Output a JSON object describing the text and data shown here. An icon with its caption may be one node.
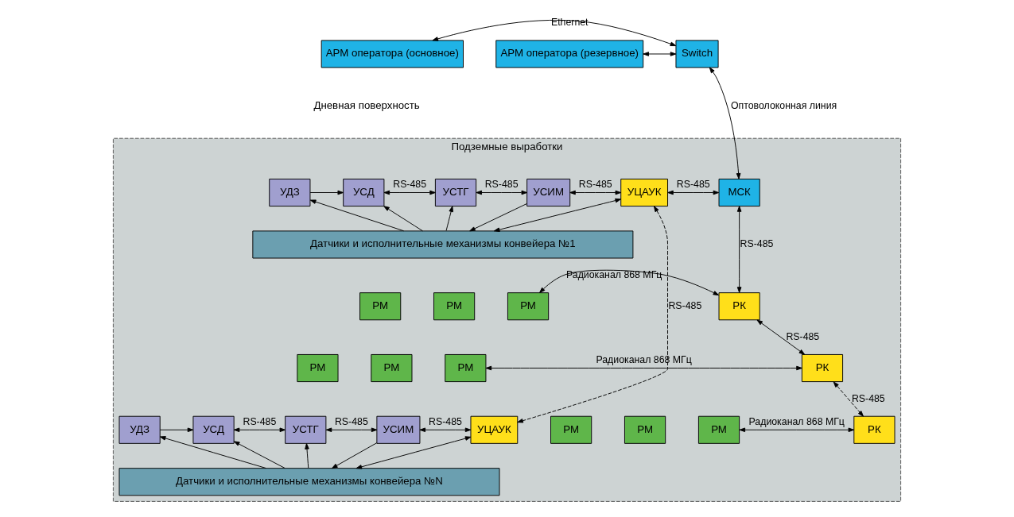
{
  "diagram": {
    "nodes": [
      {
        "text": [
          "АРМ оператора (основное)"
        ]
      },
      {
        "text": [
          "АРМ оператора (резервное)"
        ]
      },
      {
        "text": [
          "Switch"
        ]
      },
      {
        "text": [
          "Подземные выработки"
        ]
      },
      {
        "text": [
          "УДЗ"
        ],
        "in": 3
      },
      {
        "text": [
          "УСД"
        ],
        "in": 3
      },
      {
        "text": [
          "УСТГ"
        ],
        "in": 3
      },
      {
        "text": [
          "УСИМ"
        ],
        "in": 3
      },
      {
        "text": [
          "УЦАУК"
        ],
        "in": 3
      },
      {
        "text": [
          "Датчики и исполнительные механизмы конвейера №1"
        ],
        "in": 3
      },
      {
        "text": [
          "УДЗ"
        ],
        "in": 3
      },
      {
        "text": [
          "УСД"
        ],
        "in": 3
      },
      {
        "text": [
          "УСТГ"
        ],
        "in": 3
      },
      {
        "text": [
          "УСИМ"
        ],
        "in": 3
      },
      {
        "text": [
          "УЦАУК"
        ],
        "in": 3
      },
      {
        "text": [
          "Датчики и исполнительные механизмы конвейера №N"
        ],
        "in": 3
      },
      {
        "text": [
          "МСК"
        ],
        "in": 3
      },
      {
        "text": [
          "РМ"
        ],
        "in": 3
      },
      {
        "text": [
          "РМ"
        ],
        "in": 3
      },
      {
        "text": [
          "РМ"
        ],
        "in": 3
      },
      {
        "text": [
          "РК"
        ],
        "in": 3
      },
      {
        "text": [
          "РМ"
        ],
        "in": 3
      },
      {
        "text": [
          "РМ"
        ],
        "in": 3
      },
      {
        "text": [
          "РМ"
        ],
        "in": 3
      },
      {
        "text": [
          "РК"
        ],
        "in": 3
      },
      {
        "text": [
          "РМ"
        ],
        "in": 3
      },
      {
        "text": [
          "РМ"
        ],
        "in": 3
      },
      {
        "text": [
          "РМ"
        ],
        "in": 3
      },
      {
        "text": [
          "РК"
        ],
        "in": 3
      }
    ],
    "edges": [
      {
        "from": 2,
        "to": 0,
        "arrow": "both",
        "label": "Ethernet"
      },
      {
        "from": 2,
        "to": 1,
        "arrow": "both"
      },
      {
        "from": 2,
        "to": 16,
        "arrow": "both",
        "label": "Оптоволоконная линия"
      },
      {
        "from": 4,
        "to": 5,
        "arrow": "to"
      },
      {
        "from": 5,
        "to": 6,
        "arrow": "both",
        "label": "RS-485"
      },
      {
        "from": 6,
        "to": 7,
        "arrow": "both",
        "label": "RS-485"
      },
      {
        "from": 7,
        "to": 8,
        "arrow": "both",
        "label": "RS-485"
      },
      {
        "from": 9,
        "to": 4,
        "arrow": "to"
      },
      {
        "from": 9,
        "to": 5,
        "arrow": "to"
      },
      {
        "from": 9,
        "to": 6,
        "arrow": "to"
      },
      {
        "from": 7,
        "to": 9,
        "arrow": "to"
      },
      {
        "from": 8,
        "to": 9,
        "arrow": "both"
      },
      {
        "from": 8,
        "to": 16,
        "arrow": "both",
        "label": "RS-485"
      },
      {
        "from": 8,
        "to": 14,
        "arrow": "both",
        "label": "RS-485",
        "style": "dashed"
      },
      {
        "from": 10,
        "to": 11,
        "arrow": "to"
      },
      {
        "from": 11,
        "to": 12,
        "arrow": "both",
        "label": "RS-485"
      },
      {
        "from": 12,
        "to": 13,
        "arrow": "both",
        "label": "RS-485"
      },
      {
        "from": 13,
        "to": 14,
        "arrow": "both",
        "label": "RS-485"
      },
      {
        "from": 15,
        "to": 10,
        "arrow": "to"
      },
      {
        "from": 15,
        "to": 11,
        "arrow": "to"
      },
      {
        "from": 15,
        "to": 12,
        "arrow": "to"
      },
      {
        "from": 13,
        "to": 15,
        "arrow": "to"
      },
      {
        "from": 14,
        "to": 15,
        "arrow": "both"
      },
      {
        "from": 16,
        "to": 20,
        "arrow": "both",
        "label": "RS-485"
      },
      {
        "from": 20,
        "to": 24,
        "arrow": "both",
        "label": "RS-485"
      },
      {
        "from": 24,
        "to": 28,
        "arrow": "both",
        "label": "RS-485",
        "style": "dashed"
      },
      {
        "from": 19,
        "to": 20,
        "arrow": "both",
        "label": "Радиоканал 868 МГц"
      },
      {
        "from": 23,
        "to": 24,
        "arrow": "both",
        "label": "Радиоканал 868 МГц"
      },
      {
        "from": 27,
        "to": 28,
        "arrow": "both",
        "label": "Радиоканал 868 МГц"
      }
    ],
    "labels": [
      "Дневная поверхность"
    ]
  }
}
